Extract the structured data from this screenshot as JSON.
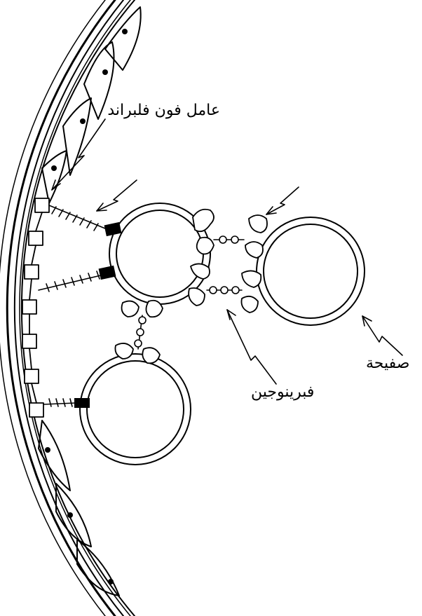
{
  "labels": {
    "von_willebrand_factor": "عامل فون فلبراند",
    "fibrinogen": "فبرينوجين",
    "platelet": "صفيحة"
  },
  "colors": {
    "ink": "#000000",
    "background": "#ffffff"
  }
}
